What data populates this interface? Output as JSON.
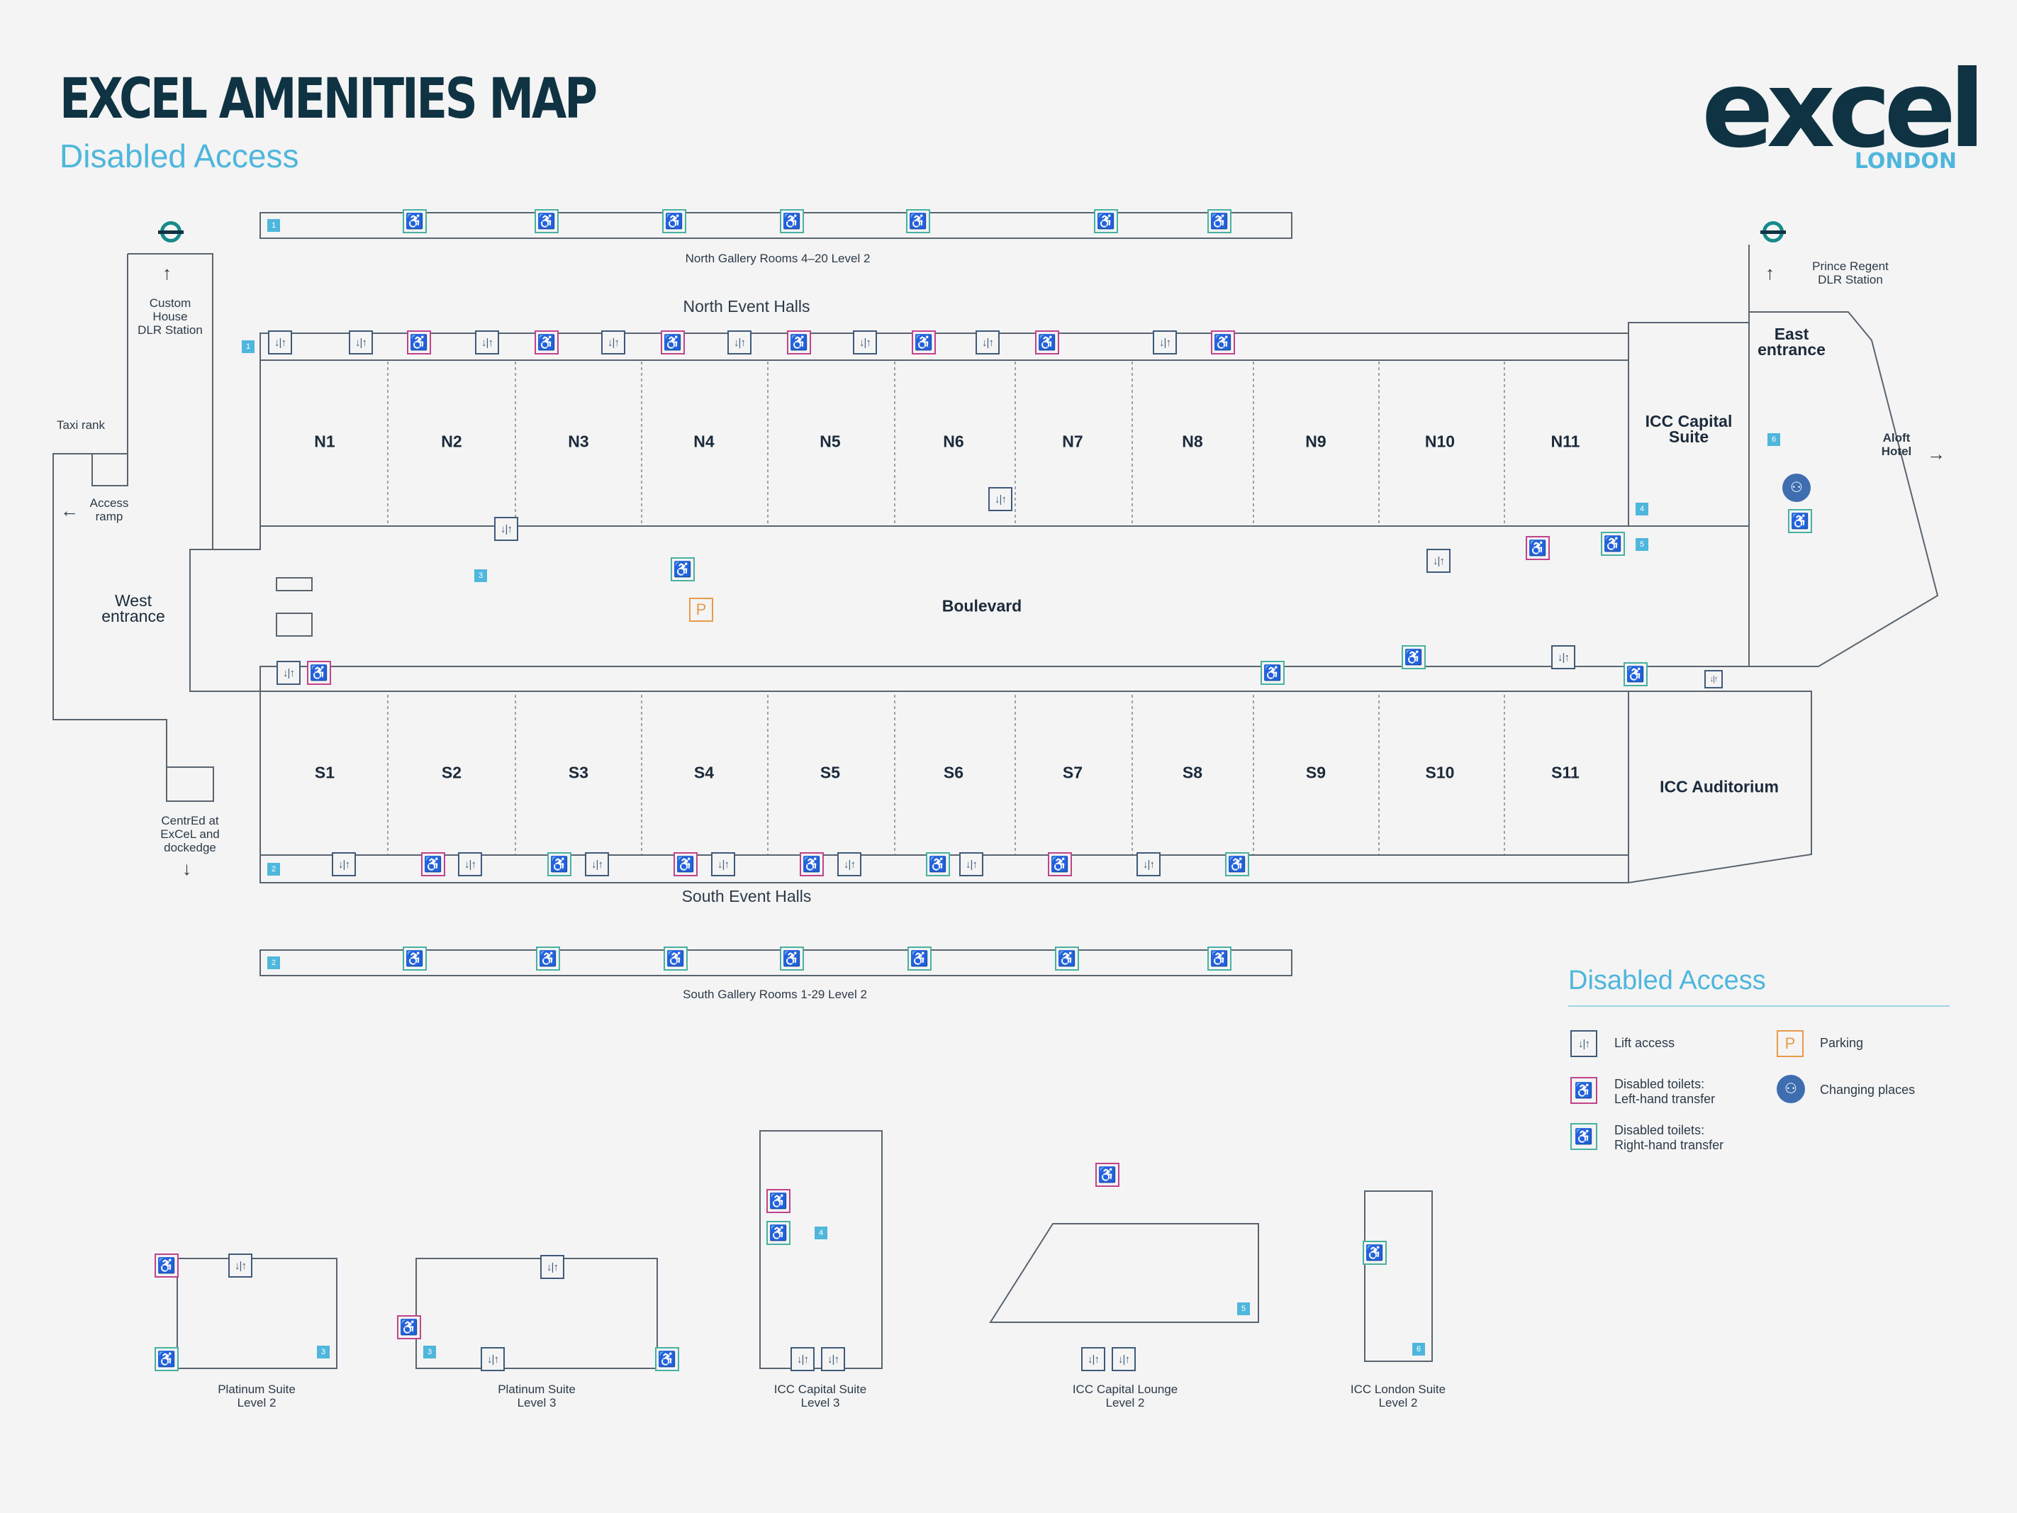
{
  "header": {
    "title": "EXCEL AMENITIES MAP",
    "subtitle": "Disabled Access"
  },
  "logo": {
    "word": "excel",
    "sub": "LONDON"
  },
  "labels": {
    "north_gallery": "North Gallery Rooms 4–20 Level 2",
    "north_halls": "North Event Halls",
    "south_halls": "South Event Halls",
    "south_gallery": "South Gallery Rooms 1-29 Level 2",
    "custom_house": "Custom\nHouse\nDLR Station",
    "taxi_rank": "Taxi rank",
    "access_ramp": "Access\nramp",
    "west_entrance": "West\nentrance",
    "centred": "CentrEd at\nExCeL and\ndockedge",
    "boulevard": "Boulevard",
    "prince_regent": "Prince Regent\nDLR Station",
    "east_entrance": "East\nentrance",
    "icc_capital_suite": "ICC Capital\nSuite",
    "aloft": "Aloft\nHotel",
    "icc_auditorium": "ICC Auditorium"
  },
  "north_halls": [
    "N1",
    "N2",
    "N3",
    "N4",
    "N5",
    "N6",
    "N7",
    "N8",
    "N9",
    "N10",
    "N11"
  ],
  "south_halls": [
    "S1",
    "S2",
    "S3",
    "S4",
    "S5",
    "S6",
    "S7",
    "S8",
    "S9",
    "S10",
    "S11"
  ],
  "markers": [
    "1",
    "1",
    "2",
    "2",
    "3",
    "4",
    "5",
    "6",
    "3",
    "3",
    "4",
    "5",
    "6"
  ],
  "suites": [
    {
      "name": "Platinum Suite\nLevel 2"
    },
    {
      "name": "Platinum Suite\nLevel 3"
    },
    {
      "name": "ICC Capital Suite\nLevel 3"
    },
    {
      "name": "ICC Capital Lounge\nLevel 2"
    },
    {
      "name": "ICC London Suite\nLevel 2"
    }
  ],
  "legend": {
    "title": "Disabled Access",
    "items": [
      {
        "label": "Lift access",
        "icon": "lift-icon"
      },
      {
        "label": "Disabled toilets:\nLeft-hand transfer",
        "icon": "toilet-left-icon"
      },
      {
        "label": "Disabled toilets:\nRight-hand transfer",
        "icon": "toilet-right-icon"
      },
      {
        "label": "Parking",
        "icon": "parking-icon"
      },
      {
        "label": "Changing places",
        "icon": "changing-places-icon"
      }
    ]
  },
  "glyphs": {
    "lift": "↓|↑",
    "wheelchair": "♿",
    "parking": "P",
    "changing": "⚇"
  },
  "colors": {
    "navy": "#0f3343",
    "accent": "#4fb6dc",
    "lift": "#3e5a7a",
    "left_toilet": "#c1438a",
    "right_toilet": "#48b1a0",
    "parking": "#e89a4a",
    "changing": "#3e6db0"
  }
}
